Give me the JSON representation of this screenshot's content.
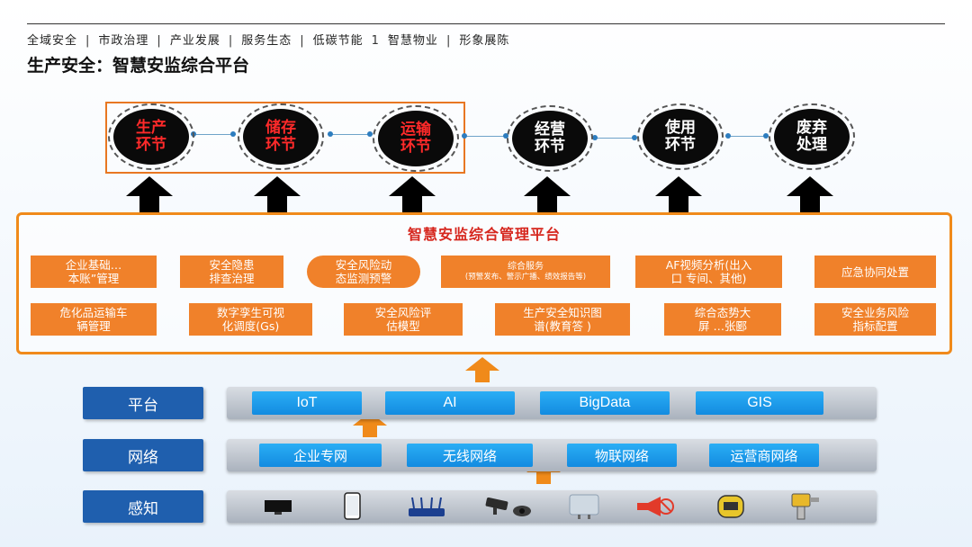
{
  "nav": {
    "items": [
      "全域安全",
      "市政治理",
      "产业发展",
      "服务生态",
      "低碳节能",
      "智慧物业",
      "形象展陈"
    ],
    "separators": [
      "|",
      "|",
      "|",
      "|",
      "1",
      "|"
    ]
  },
  "page_title": "生产安全：智慧安监综合平台",
  "stages": [
    {
      "line1": "生产",
      "line2": "环节",
      "color": "#ff2a2a"
    },
    {
      "line1": "储存",
      "line2": "环节",
      "color": "#ff2a2a"
    },
    {
      "line1": "运输",
      "line2": "环节",
      "color": "#ff2a2a"
    },
    {
      "line1": "经营",
      "line2": "环节",
      "color": "#ffffff"
    },
    {
      "line1": "使用",
      "line2": "环节",
      "color": "#ffffff"
    },
    {
      "line1": "废弃",
      "line2": "处理",
      "color": "#ffffff"
    }
  ],
  "platform": {
    "title": "智慧安监综合管理平台",
    "row1": [
      {
        "line1": "企业基础…",
        "line2": "本账”管理"
      },
      {
        "line1": "安全隐患",
        "line2": "排查治理"
      },
      {
        "line1": "安全风险动",
        "line2": "态监测预警"
      },
      {
        "line1": "综合服务",
        "line2": "(预警发布、警示广播、绩效报告等)"
      },
      {
        "line1": "AF视频分析(出入",
        "line2": "口 专间、其他)"
      },
      {
        "line1": "应急协同处置",
        "line2": ""
      }
    ],
    "row2": [
      {
        "line1": "危化品运输车",
        "line2": "辆管理"
      },
      {
        "line1": "数字孪生可视",
        "line2": "化调度(Gs)"
      },
      {
        "line1": "安全风险评",
        "line2": "估模型"
      },
      {
        "line1": "生产安全知识图",
        "line2": "谱(教育答 )"
      },
      {
        "line1": "综合态势大",
        "line2": "屏 …张郾"
      },
      {
        "line1": "安全业务风险",
        "line2": "指标配置"
      }
    ]
  },
  "layers": {
    "platform": {
      "label": "平台",
      "chips": [
        "IoT",
        "AI",
        "BigData",
        "GIS"
      ]
    },
    "network": {
      "label": "网络",
      "chips": [
        "企业专网",
        "无线网络",
        "物联网络",
        "运营商网络"
      ]
    },
    "perception": {
      "label": "感知",
      "devices": [
        "monitor-icon",
        "phone-icon",
        "router-icon",
        "cctv-camera-icon",
        "access-point-icon",
        "loudspeaker-icon",
        "gas-detector-icon",
        "sensor-probe-icon"
      ]
    }
  },
  "colors": {
    "accent_orange": "#f08a1a",
    "layer_blue": "#1f5fae",
    "chip_blue": "#1d9ae9",
    "title_red": "#d6261d"
  }
}
